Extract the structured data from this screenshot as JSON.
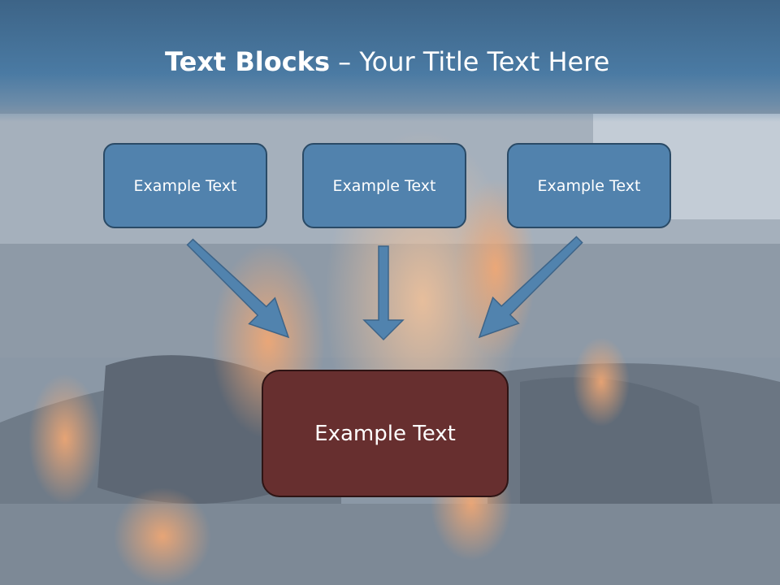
{
  "slide": {
    "title_bold": "Text Blocks",
    "title_dash": " – ",
    "title_rest": "Your Title Text Here"
  },
  "diagram": {
    "top_boxes": [
      {
        "label": "Example Text"
      },
      {
        "label": "Example Text"
      },
      {
        "label": "Example Text"
      }
    ],
    "bottom_box": {
      "label": "Example Text"
    }
  },
  "colors": {
    "title_band": "#4a7aa3",
    "top_box_fill": "#5182ad",
    "bottom_box_fill": "#672f2f",
    "arrow_fill": "#5183ae",
    "text": "#ffffff"
  }
}
